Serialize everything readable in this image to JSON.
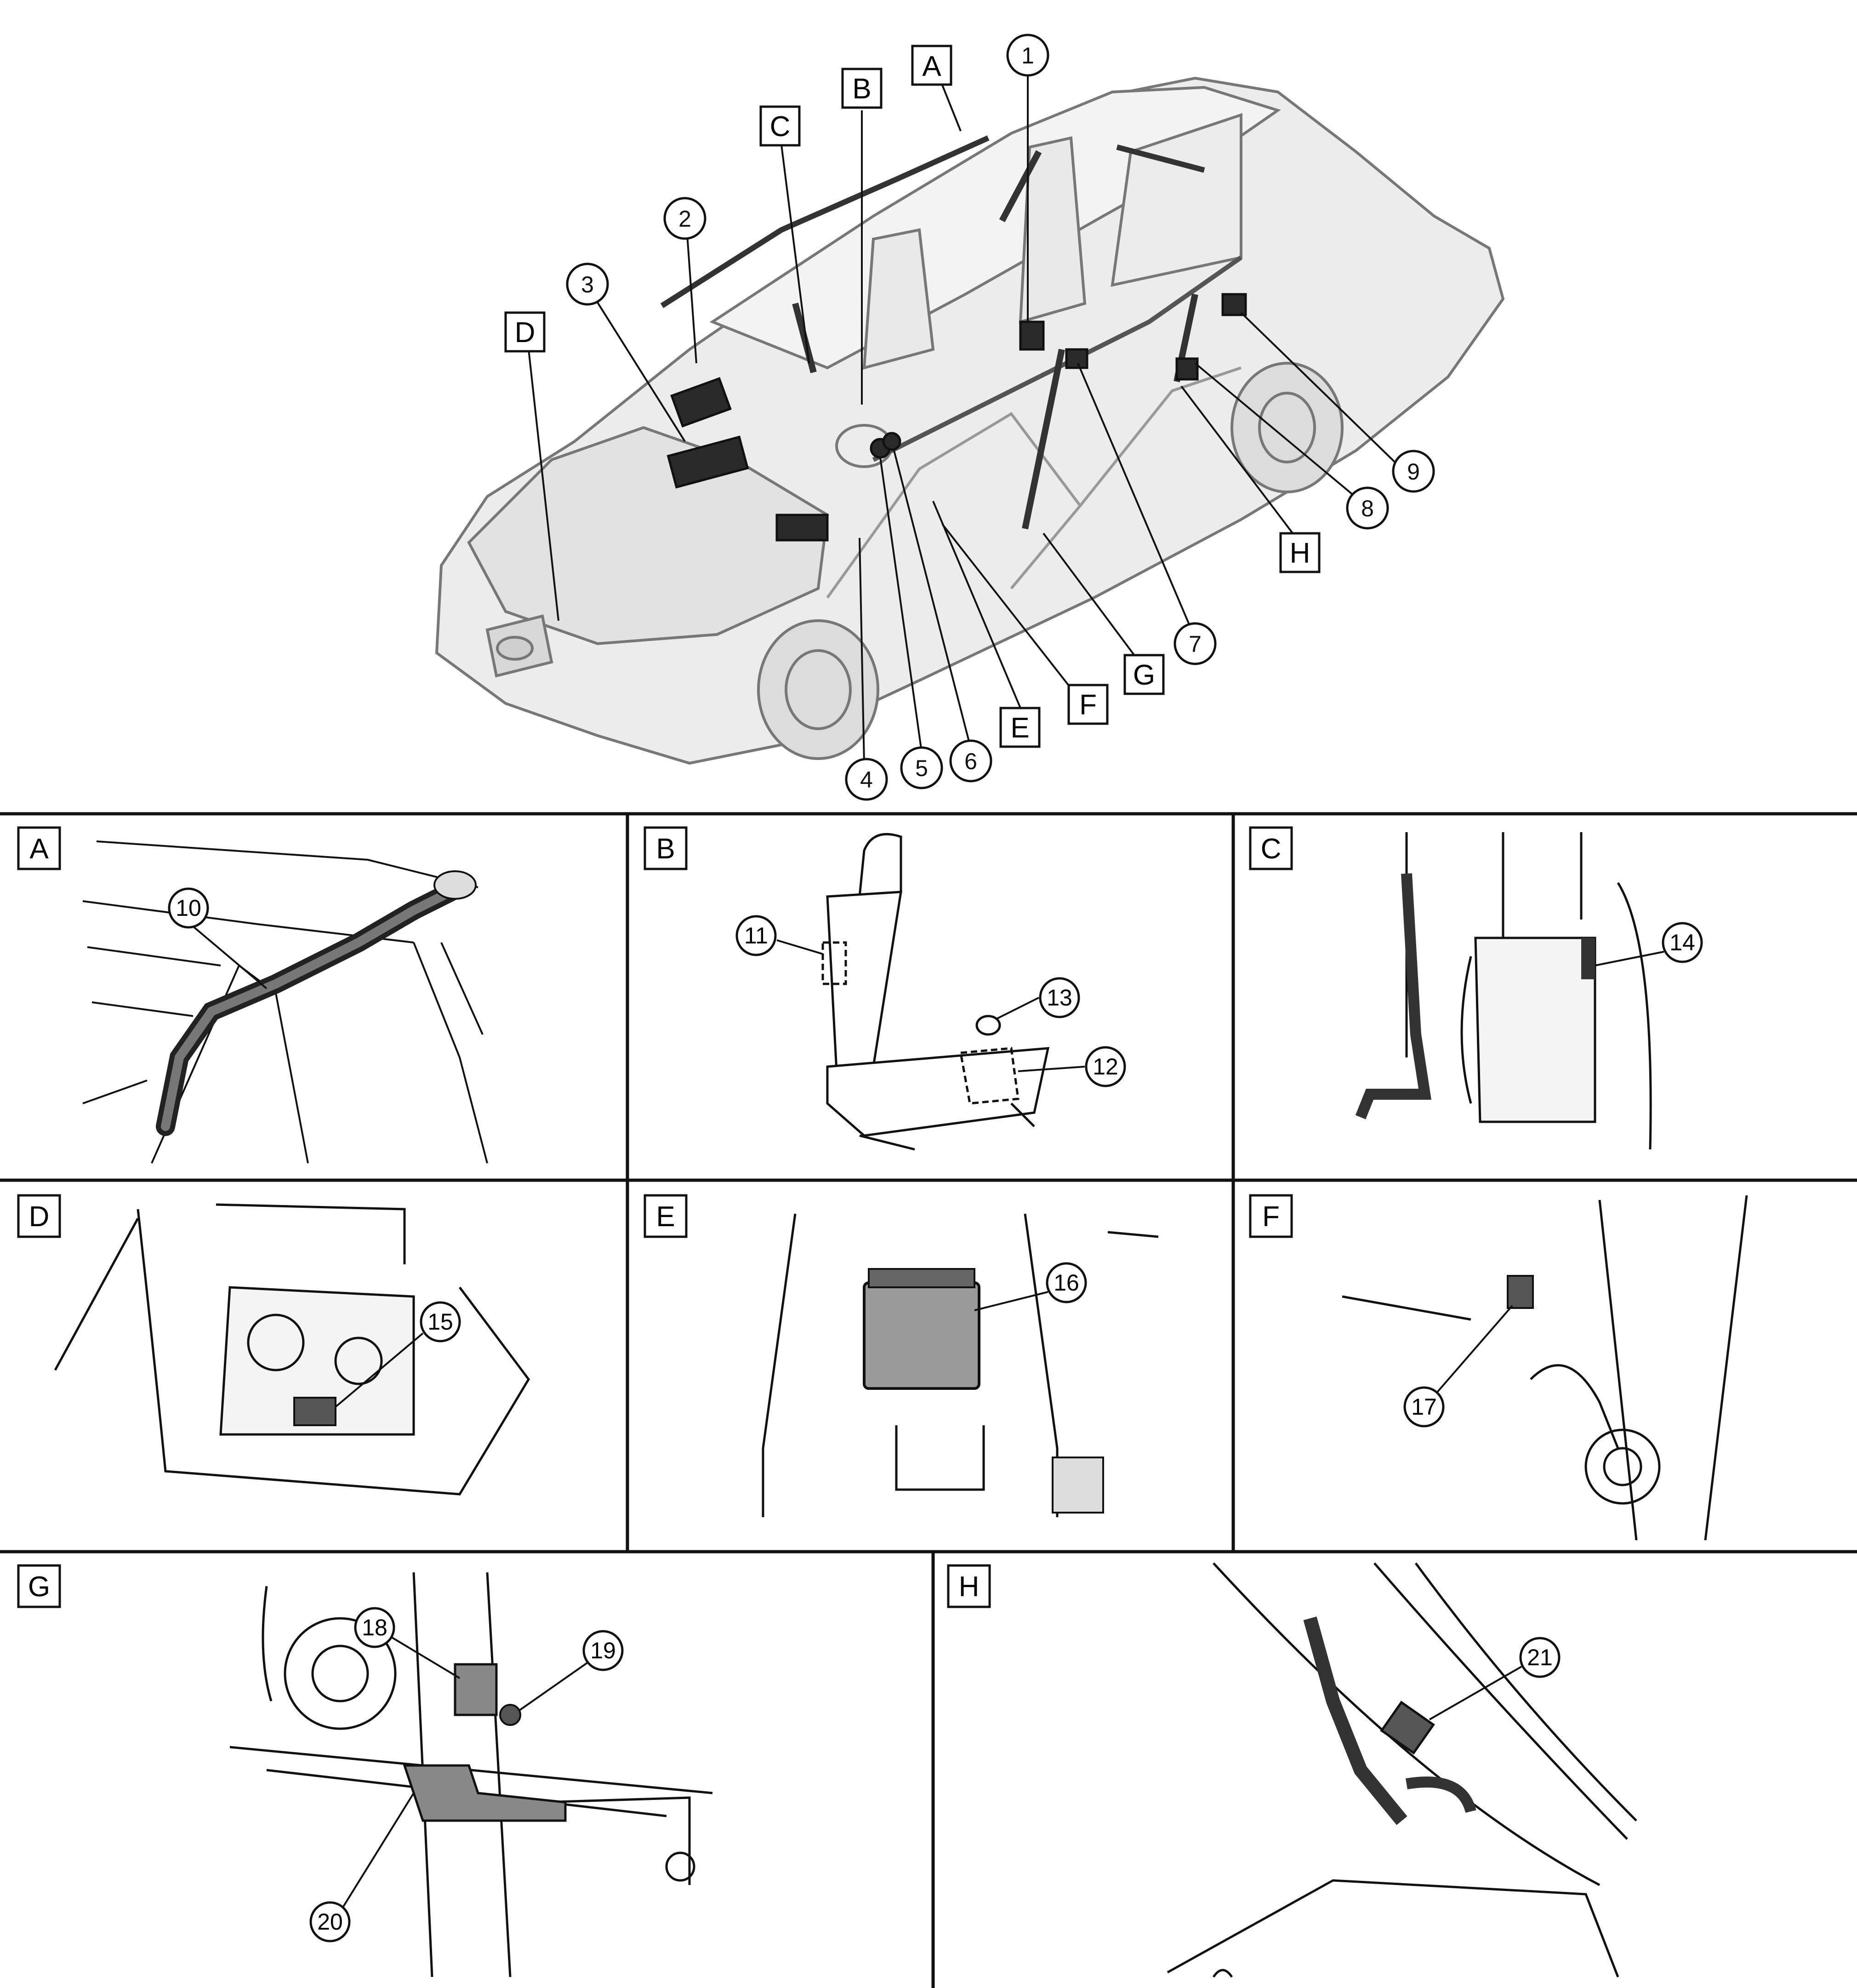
{
  "overview": {
    "zone_letters": [
      "A",
      "B",
      "C",
      "D",
      "E",
      "F",
      "G",
      "H"
    ],
    "part_numbers": [
      "1",
      "2",
      "3",
      "4",
      "5",
      "6",
      "7",
      "8",
      "9"
    ]
  },
  "panels": {
    "A": {
      "label": "A",
      "callouts": [
        "10"
      ]
    },
    "B": {
      "label": "B",
      "callouts": [
        "11",
        "12",
        "13"
      ]
    },
    "C": {
      "label": "C",
      "callouts": [
        "14"
      ]
    },
    "D": {
      "label": "D",
      "callouts": [
        "15"
      ]
    },
    "E": {
      "label": "E",
      "callouts": [
        "16"
      ]
    },
    "F": {
      "label": "F",
      "callouts": [
        "17"
      ]
    },
    "G": {
      "label": "G",
      "callouts": [
        "18",
        "19",
        "20"
      ]
    },
    "H": {
      "label": "H",
      "callouts": [
        "21"
      ]
    }
  },
  "colors": {
    "line": "#111111",
    "body_fill": "#e6e6e6",
    "component_fill": "#8a8a8a",
    "background": "#ffffff"
  }
}
